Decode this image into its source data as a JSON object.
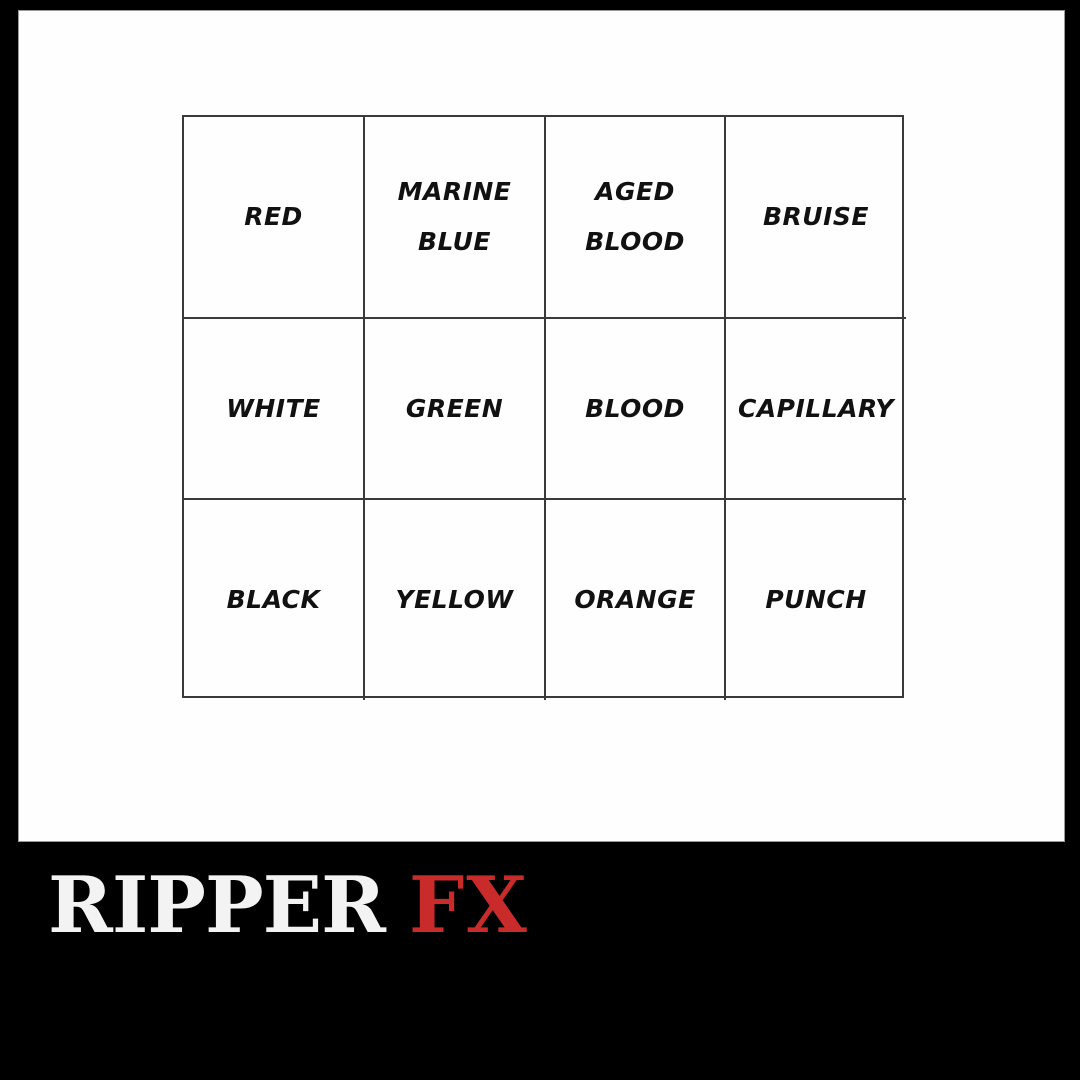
{
  "grid": {
    "rows": [
      [
        {
          "lines": [
            "RED"
          ]
        },
        {
          "lines": [
            "MARINE",
            "BLUE"
          ]
        },
        {
          "lines": [
            "AGED",
            "BLOOD"
          ]
        },
        {
          "lines": [
            "BRUISE"
          ]
        }
      ],
      [
        {
          "lines": [
            "WHITE"
          ]
        },
        {
          "lines": [
            "GREEN"
          ]
        },
        {
          "lines": [
            "BLOOD"
          ]
        },
        {
          "lines": [
            "CAPILLARY"
          ]
        }
      ],
      [
        {
          "lines": [
            "BLACK"
          ]
        },
        {
          "lines": [
            "YELLOW"
          ]
        },
        {
          "lines": [
            "ORANGE"
          ]
        },
        {
          "lines": [
            "PUNCH"
          ]
        }
      ]
    ]
  },
  "logo": {
    "word1": "RIPPER",
    "word2": "FX",
    "colors": {
      "word1": "#f3f3f3",
      "word2": "#c92a2a",
      "background": "#000000"
    }
  }
}
